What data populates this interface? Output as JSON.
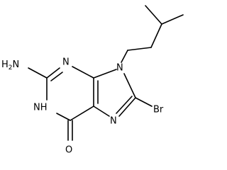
{
  "atoms": {
    "nh2": "H2N",
    "n3": "N",
    "n9": "N",
    "n1h": "NH",
    "n7": "N",
    "br": "Br",
    "o": "O"
  },
  "colors": {
    "bond": "#000000",
    "label": "#000000",
    "background": "#ffffff"
  }
}
